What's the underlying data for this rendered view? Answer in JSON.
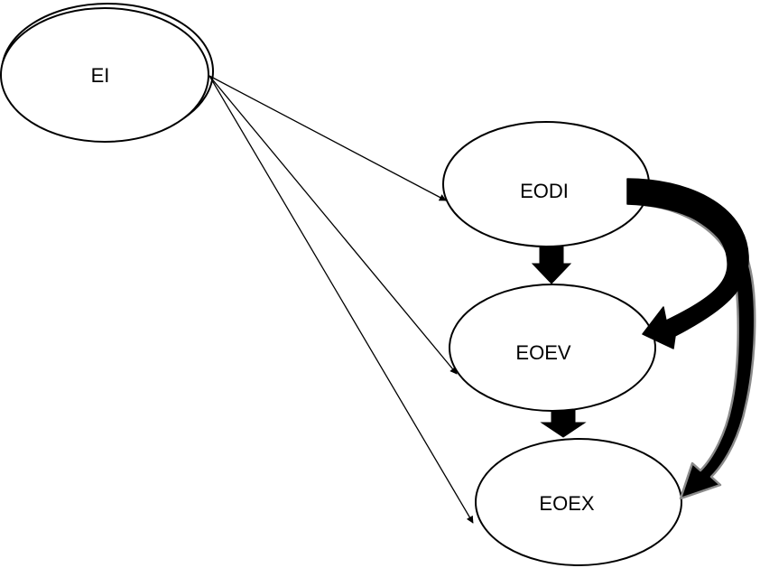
{
  "nodes": {
    "ei": "EI",
    "eodi": "EODI",
    "eoev": "EOEV",
    "eoex": "EOEX"
  },
  "edges": [
    {
      "from": "EI",
      "to": "EODI",
      "style": "thin arrow"
    },
    {
      "from": "EI",
      "to": "EOEV",
      "style": "thin arrow"
    },
    {
      "from": "EI",
      "to": "EOEX",
      "style": "thin arrow"
    },
    {
      "from": "EODI",
      "to": "EOEV",
      "style": "thick arrow"
    },
    {
      "from": "EOEV",
      "to": "EOEX",
      "style": "thick arrow"
    },
    {
      "from": "EODI",
      "to": "EOEV",
      "style": "thick curved arrow"
    },
    {
      "from": "EODI",
      "to": "EOEX",
      "style": "thick curved arrow, grey outline"
    }
  ],
  "colors": {
    "stroke": "#000000",
    "fill": "#ffffff",
    "outline_grey": "#8a8a8a"
  }
}
